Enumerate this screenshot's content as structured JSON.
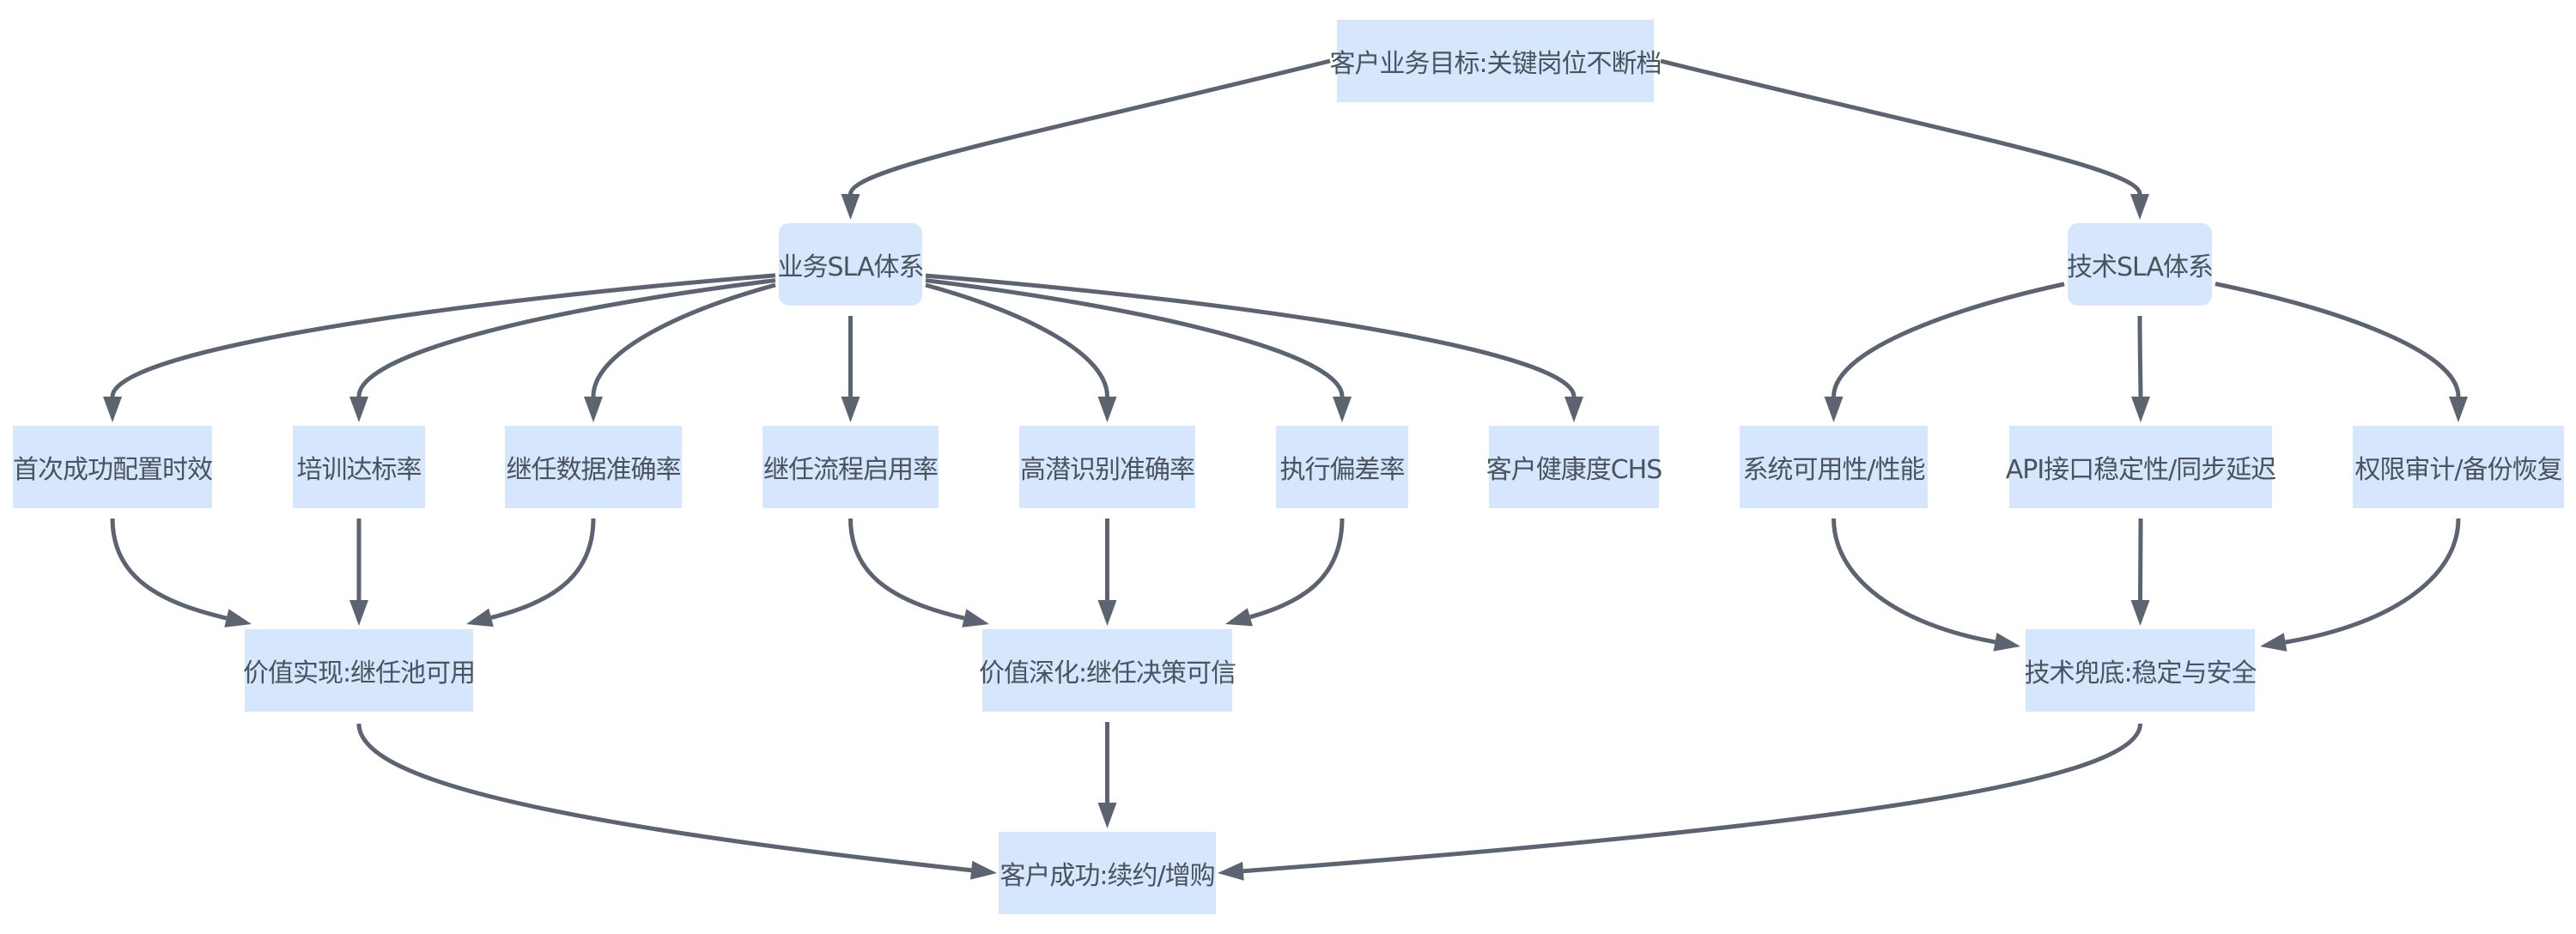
{
  "diagram": {
    "type": "flowchart",
    "direction": "top-down",
    "colors": {
      "node_fill": "#d6e6fc",
      "node_text": "#4a535e",
      "edge": "#5b6470",
      "background": "#ffffff"
    },
    "nodes": {
      "goal": {
        "label": "客户业务目标:关键岗位不断档"
      },
      "biz_sla": {
        "label": "业务SLA体系"
      },
      "tech_sla": {
        "label": "技术SLA体系"
      },
      "m1": {
        "label": "首次成功配置时效"
      },
      "m2": {
        "label": "培训达标率"
      },
      "m3": {
        "label": "继任数据准确率"
      },
      "m4": {
        "label": "继任流程启用率"
      },
      "m5": {
        "label": "高潜识别准确率"
      },
      "m6": {
        "label": "执行偏差率"
      },
      "m7": {
        "label": "客户健康度CHS"
      },
      "t1": {
        "label": "系统可用性/性能"
      },
      "t2": {
        "label": "API接口稳定性/同步延迟"
      },
      "t3": {
        "label": "权限审计/备份恢复"
      },
      "v1": {
        "label": "价值实现:继任池可用"
      },
      "v2": {
        "label": "价值深化:继任决策可信"
      },
      "v3": {
        "label": "技术兜底:稳定与安全"
      },
      "success": {
        "label": "客户成功:续约/增购"
      }
    },
    "edges": [
      [
        "goal",
        "biz_sla"
      ],
      [
        "goal",
        "tech_sla"
      ],
      [
        "biz_sla",
        "m1"
      ],
      [
        "biz_sla",
        "m2"
      ],
      [
        "biz_sla",
        "m3"
      ],
      [
        "biz_sla",
        "m4"
      ],
      [
        "biz_sla",
        "m5"
      ],
      [
        "biz_sla",
        "m6"
      ],
      [
        "biz_sla",
        "m7"
      ],
      [
        "tech_sla",
        "t1"
      ],
      [
        "tech_sla",
        "t2"
      ],
      [
        "tech_sla",
        "t3"
      ],
      [
        "m1",
        "v1"
      ],
      [
        "m2",
        "v1"
      ],
      [
        "m3",
        "v1"
      ],
      [
        "m4",
        "v2"
      ],
      [
        "m5",
        "v2"
      ],
      [
        "m6",
        "v2"
      ],
      [
        "t1",
        "v3"
      ],
      [
        "t2",
        "v3"
      ],
      [
        "t3",
        "v3"
      ],
      [
        "v1",
        "success"
      ],
      [
        "v2",
        "success"
      ],
      [
        "v3",
        "success"
      ]
    ]
  }
}
